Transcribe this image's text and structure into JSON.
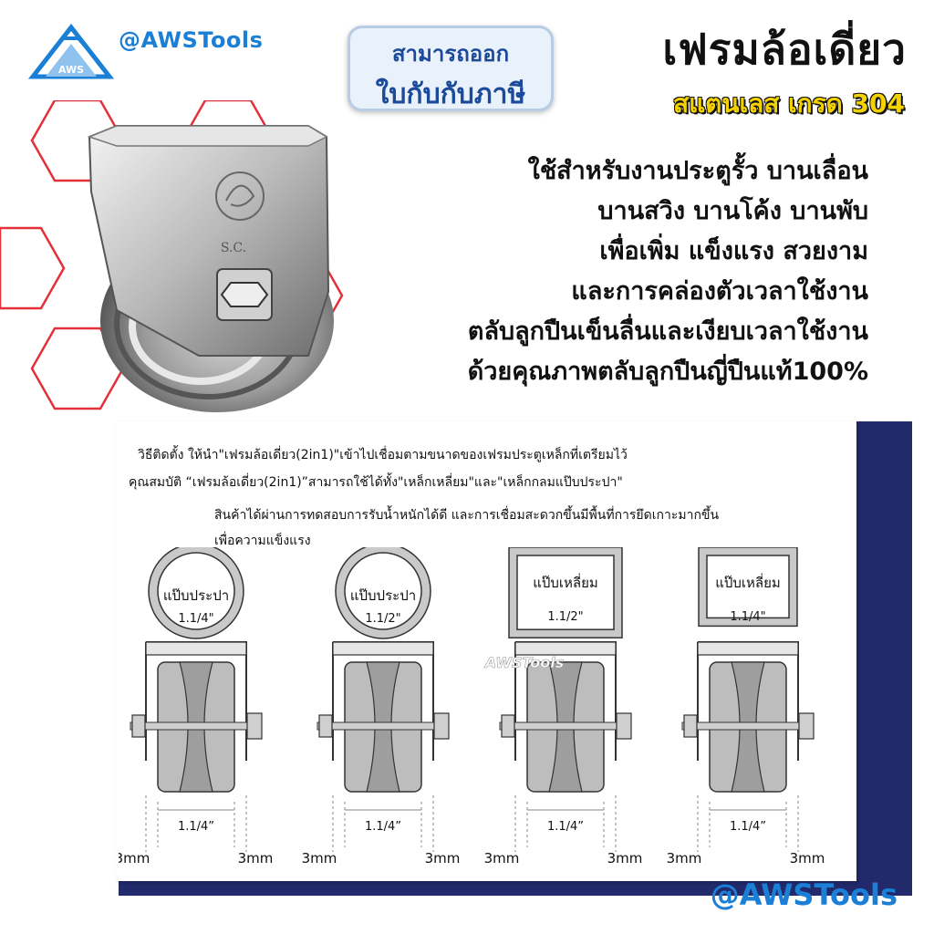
{
  "brand": {
    "logo_text": "AWS",
    "handle": "@AWSTools",
    "watermark": "AWSTools"
  },
  "badge": {
    "line1": "สามารถออก",
    "line2": "ใบกับกับภาษี"
  },
  "title": "เฟรมล้อเดี่ยว",
  "subtitle": "สแตนเลส เกรด 304",
  "features": [
    "ใช้สำหรับงานประตูรั้ว บานเลื่อน",
    "บานสวิง บานโค้ง บานพับ",
    "เพื่อเพิ่ม แข็งแรง สวยงาม",
    "และการคล่องตัวเวลาใช้งาน",
    "ตลับลูกปืนเข็นลื่นและเงียบเวลาใช้งาน",
    "ด้วยคุณภาพตลับลูกปืนญี่ปืนแท้100%"
  ],
  "product_marks": {
    "logo_text": "S.C."
  },
  "info": {
    "line1": "วิธีติดตั้ง ให้นำ\"เฟรมล้อเดี่ยว(2in1)\"เข้าไปเชื่อมตามขนาดของเฟรมประตูเหล็กที่เตรียมไว้",
    "line2": "คุณสมบัติ “เฟรมล้อเดี่ยว(2in1)”สามารถใช้ได้ทั้ง\"เหล็กเหลี่ยม\"และ\"เหล็กกลมแป๊บประปา\"",
    "line3": "สินค้าได้ผ่านการทดสอบการรับน้ำหนักได้ดี และการเชื่อมสะดวกขึ้นมีพื้นที่การยึดเกาะมากขึ้น",
    "line4": "เพื่อความแข็งแรง"
  },
  "diagrams": [
    {
      "shape": "round",
      "pipe_label": "แป๊บประปา",
      "pipe_size": "1.1/4\"",
      "width_label": "1.1/4”",
      "left_gap": "3mm",
      "right_gap": "3mm"
    },
    {
      "shape": "round",
      "pipe_label": "แป๊บประปา",
      "pipe_size": "1.1/2\"",
      "width_label": "1.1/4”",
      "left_gap": "3mm",
      "right_gap": "3mm"
    },
    {
      "shape": "square",
      "pipe_label": "แป๊บเหลี่ยม",
      "pipe_size": "1.1/2\"",
      "width_label": "1.1/4”",
      "left_gap": "3mm",
      "right_gap": "3mm"
    },
    {
      "shape": "square",
      "pipe_label": "แป๊บเหลี่ยม",
      "pipe_size": "1.1/4\"",
      "width_label": "1.1/4”",
      "left_gap": "3mm",
      "right_gap": "3mm"
    }
  ],
  "colors": {
    "accent_blue": "#1b7fd6",
    "badge_text": "#1c4a9a",
    "subtitle_yellow": "#f4d200",
    "panel_navy": "#222a6b",
    "hex_red": "#e3303a"
  }
}
